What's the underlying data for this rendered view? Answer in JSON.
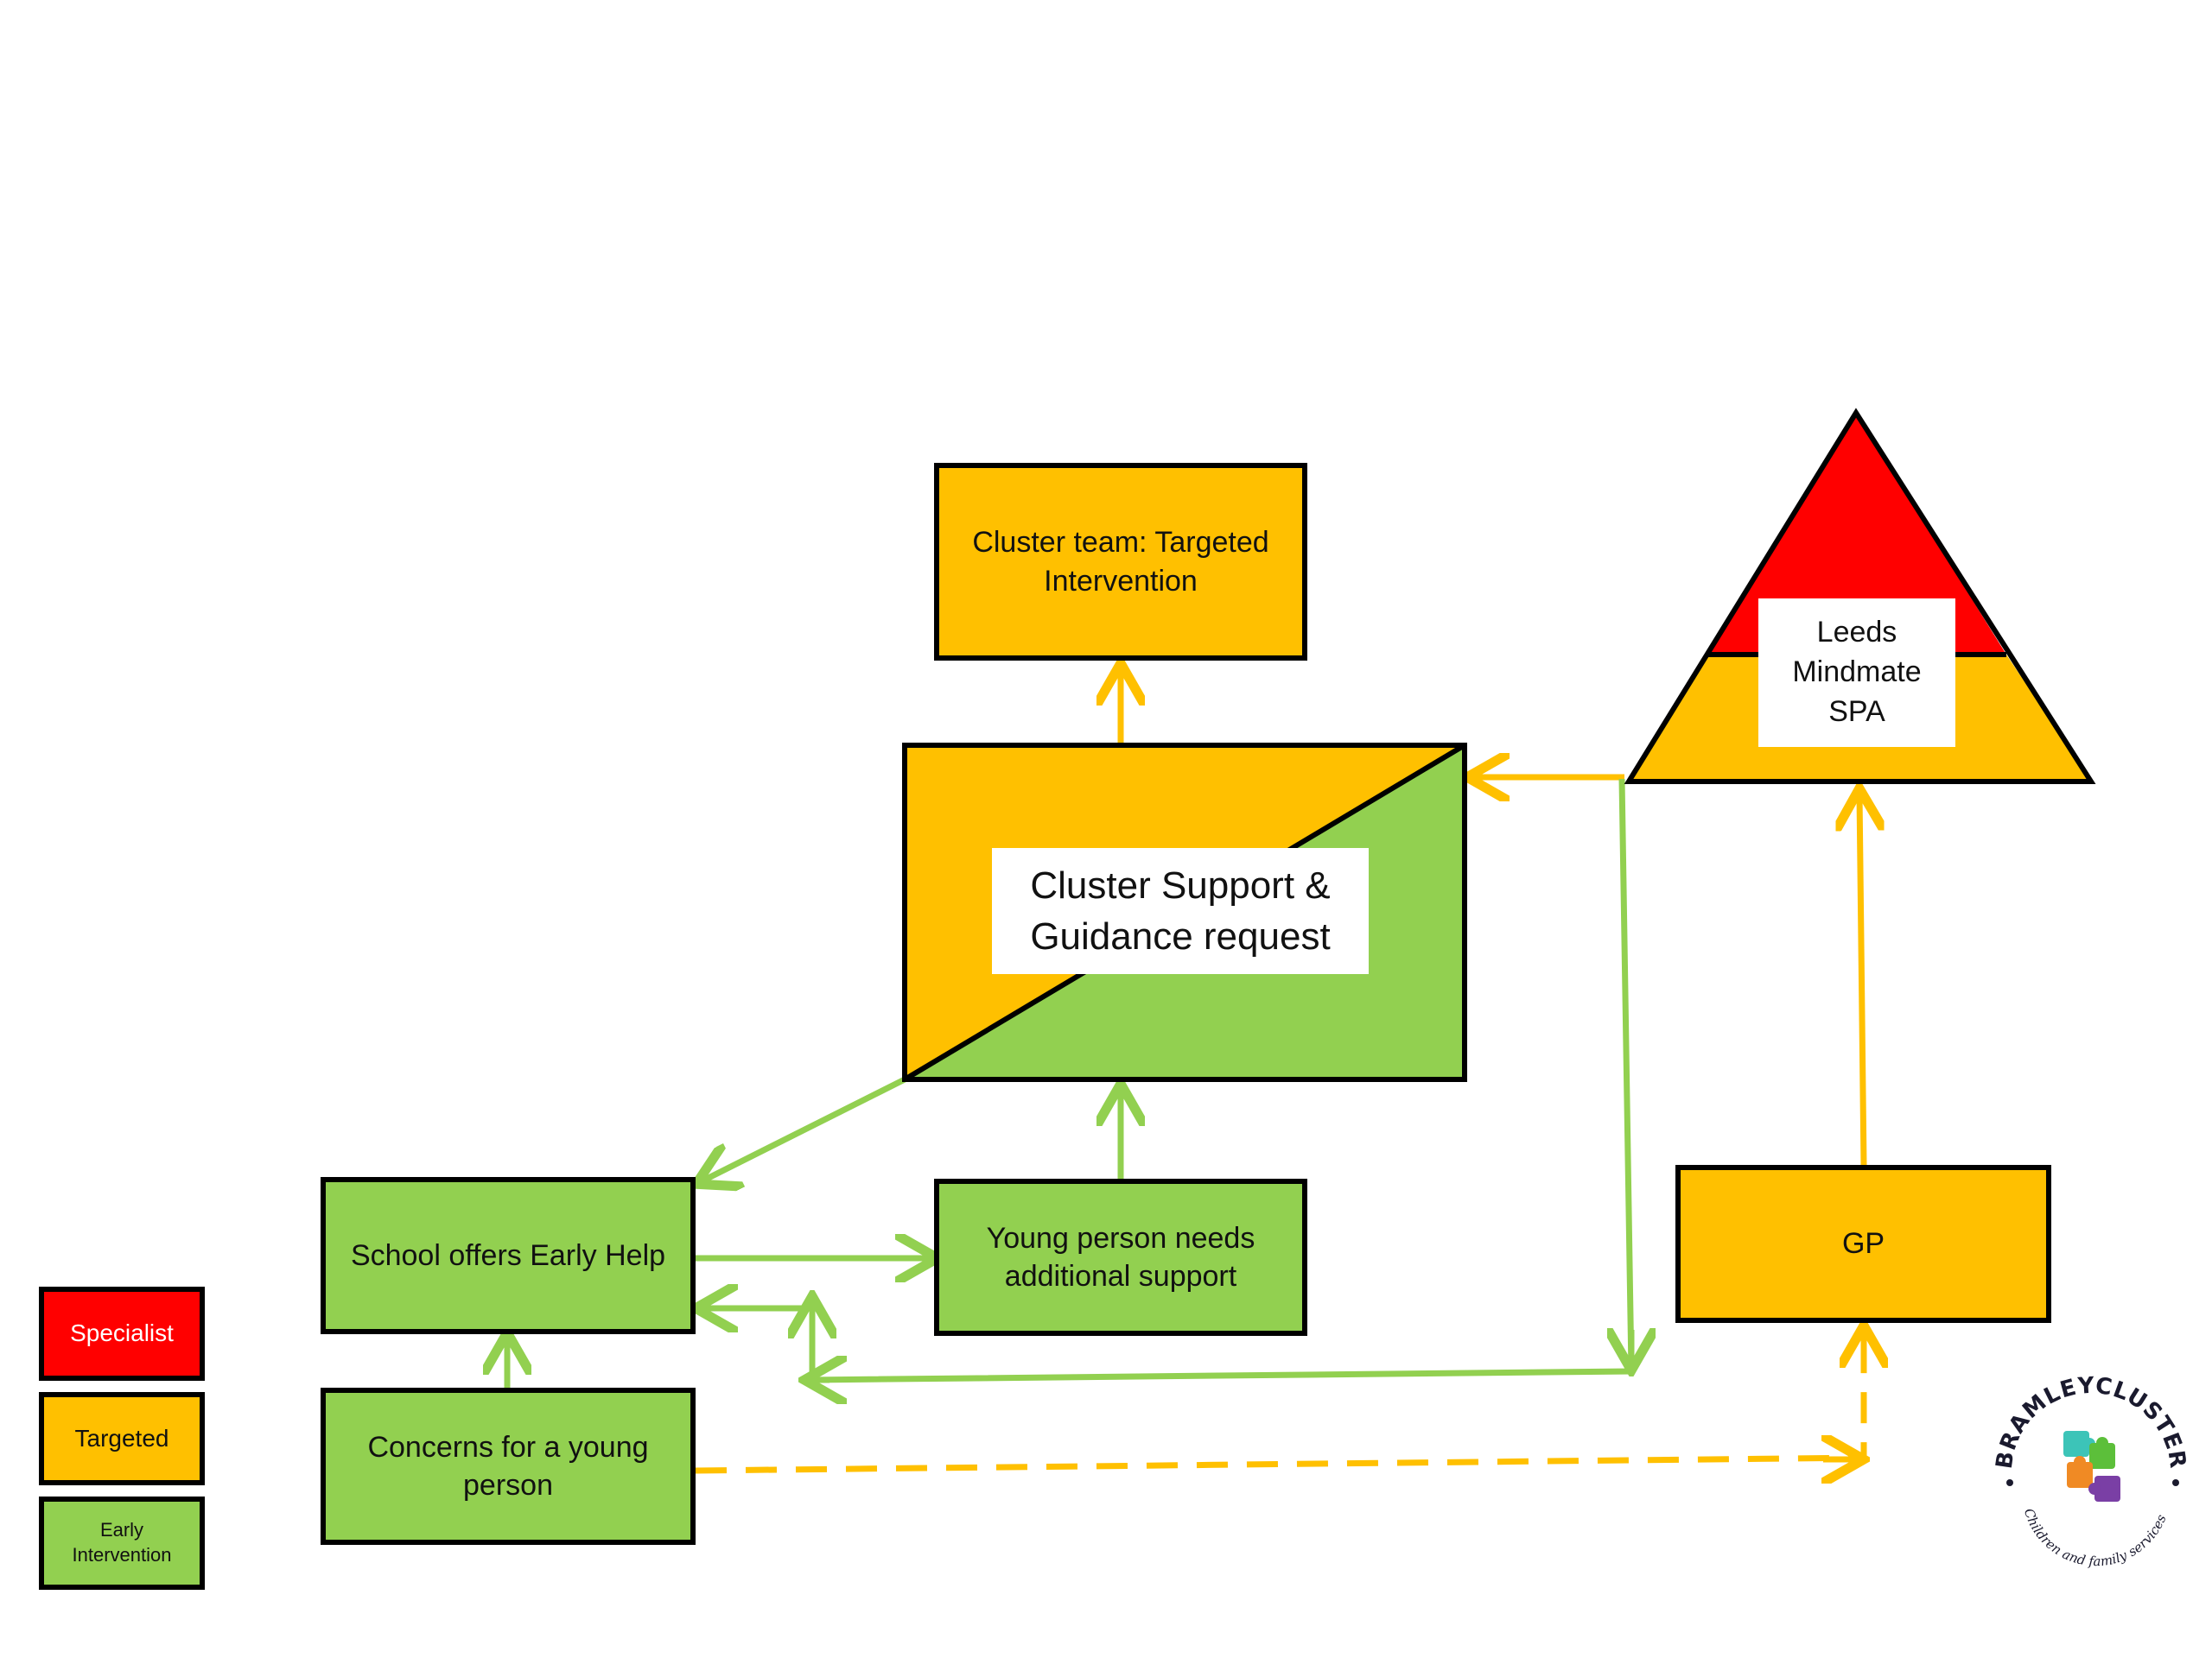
{
  "colors": {
    "specialist": "#FF0000",
    "targeted": "#FFC000",
    "early_intervention": "#92D050",
    "outline": "#000000"
  },
  "nodes": {
    "cluster_team": "Cluster team: Targeted Intervention",
    "cluster_support": "Cluster Support & Guidance request",
    "mindmate": "Leeds Mindmate SPA",
    "school_early_help": "School offers Early Help",
    "young_person_needs": "Young person needs additional support",
    "gp": "GP",
    "concerns": "Concerns for a young person"
  },
  "legend": {
    "specialist": "Specialist",
    "targeted": "Targeted",
    "early_intervention": "Early Intervention"
  },
  "logo": {
    "name": "BRAMLEYCLUSTER",
    "tagline": "Children and family services",
    "icon": "puzzle-pieces-icon"
  }
}
